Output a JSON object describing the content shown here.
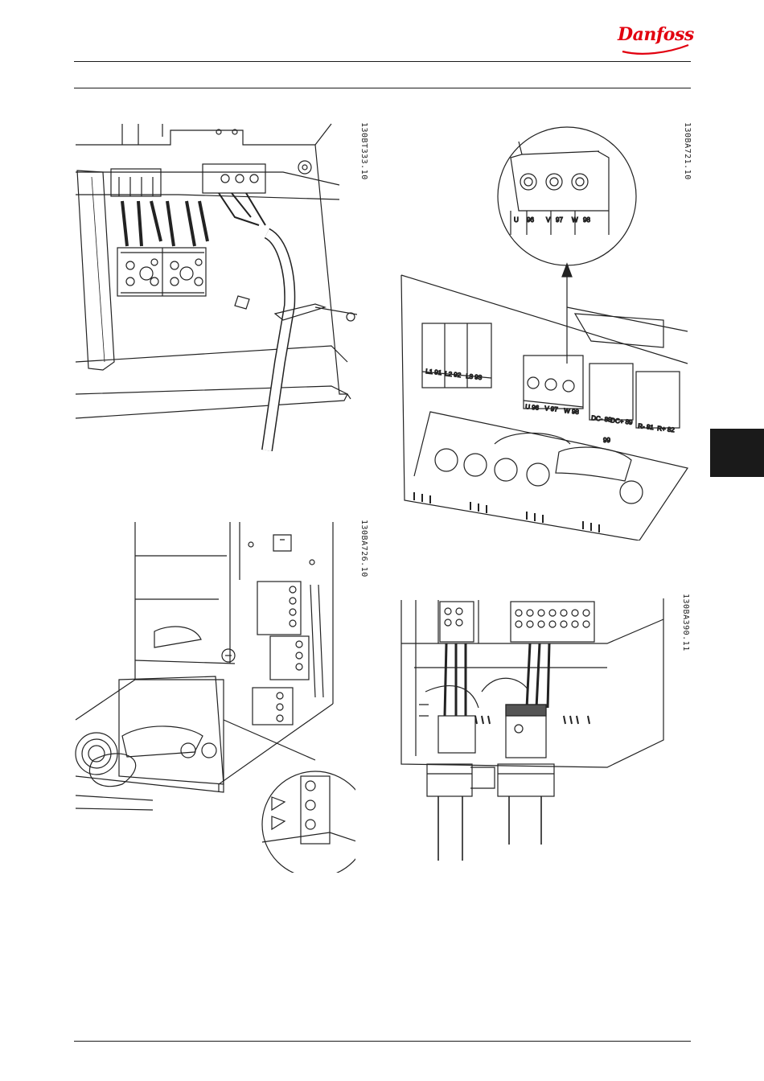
{
  "brand": {
    "name": "Danfoss",
    "color": "#e2000f"
  },
  "figures": [
    {
      "id": "fig1",
      "code": "130BT333.10"
    },
    {
      "id": "fig2",
      "code": "130BA721.10",
      "callout_labels": [
        "U",
        "96",
        "V",
        "97",
        "W",
        "98"
      ],
      "terminal_labels": [
        "L1 91",
        "L2 92",
        "L3 93",
        "U 96",
        "V 97",
        "W 98",
        "DC- 88",
        "DC+ 89",
        "R- 81",
        "R+ 82",
        "99"
      ]
    },
    {
      "id": "fig3",
      "code": "130BA726.10"
    },
    {
      "id": "fig4",
      "code": "130BA390.11"
    }
  ]
}
